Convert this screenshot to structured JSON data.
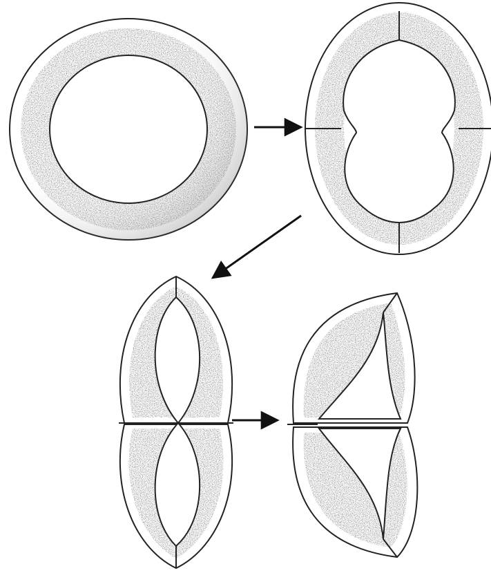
{
  "diagram": {
    "stages": [
      {
        "id": "stage-1",
        "form": "closed-ring"
      },
      {
        "id": "stage-2",
        "form": "ring-with-two-notches"
      },
      {
        "id": "stage-3",
        "form": "figure-eight-split"
      },
      {
        "id": "stage-4",
        "form": "opened-butterfly"
      }
    ],
    "arrows": [
      {
        "from": "stage-1",
        "to": "stage-2"
      },
      {
        "from": "stage-2",
        "to": "stage-3"
      },
      {
        "from": "stage-3",
        "to": "stage-4"
      }
    ],
    "colors": {
      "ink": "#222222",
      "stipple": "#555555",
      "background": "#ffffff"
    }
  }
}
